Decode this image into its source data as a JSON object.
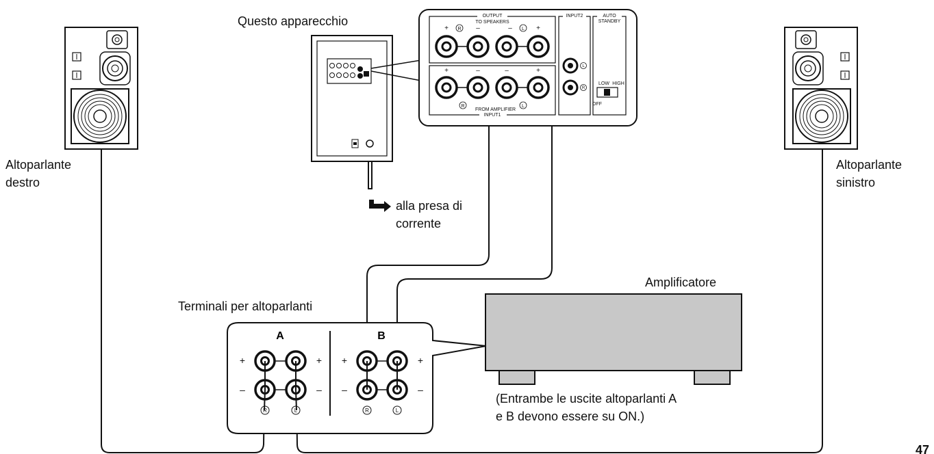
{
  "labels": {
    "device": "Questo apparecchio",
    "right_speaker_line1": "Altoparlante",
    "right_speaker_line2": "destro",
    "left_speaker_line1": "Altoparlante",
    "left_speaker_line2": "sinistro",
    "power_line1": "alla presa di",
    "power_line2": "corrente",
    "amplifier": "Amplificatore",
    "terminals": "Terminali per altoparlanti",
    "note_line1": "(Entrambe le uscite altoparlanti A",
    "note_line2": "e B devono essere su ON.)",
    "page_number": "47"
  },
  "panel": {
    "output": "OUTPUT",
    "to_speakers": "TO SPEAKERS",
    "from_amplifier": "FROM AMPLIFIER",
    "input1": "INPUT1",
    "input2": "INPUT2",
    "auto": "AUTO",
    "standby": "STANDBY",
    "low": "LOW",
    "high": "HIGH",
    "off": "OFF",
    "plus": "+",
    "minus": "–",
    "r": "R",
    "l": "L"
  },
  "terminal_box": {
    "group_a": "A",
    "group_b": "B",
    "plus": "+",
    "minus": "–",
    "r": "R",
    "l": "L"
  }
}
